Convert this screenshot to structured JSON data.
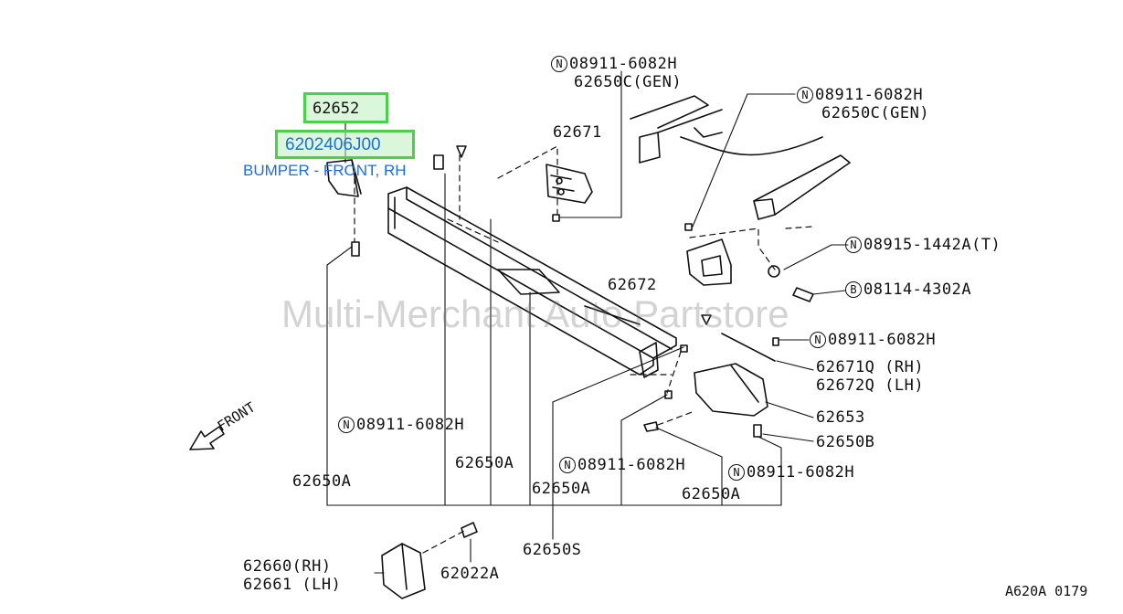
{
  "highlight": {
    "part_number": "62652",
    "catalog_number": "6202406J00",
    "part_name": "BUMPER - FRONT, RH"
  },
  "watermark": "Multi-Merchant Auto Partstore",
  "front_label": "FRONT",
  "diagram_code": "A620A 0179",
  "callouts": [
    {
      "id": "c1",
      "n": "N",
      "text": "08911-6082H"
    },
    {
      "id": "c2",
      "text": "62650C(GEN)"
    },
    {
      "id": "c3",
      "text": "62671"
    },
    {
      "id": "c4",
      "n": "N",
      "text": "08911-6082H"
    },
    {
      "id": "c5",
      "text": "62650C(GEN)"
    },
    {
      "id": "c6",
      "n": "N",
      "text": "08915-1442A(T)"
    },
    {
      "id": "c7",
      "text": "62672"
    },
    {
      "id": "c8",
      "n": "B",
      "text": "08114-4302A"
    },
    {
      "id": "c9",
      "n": "N",
      "text": "08911-6082H"
    },
    {
      "id": "c10",
      "text": "62671Q (RH)"
    },
    {
      "id": "c11",
      "text": "62672Q (LH)"
    },
    {
      "id": "c12",
      "text": "62653"
    },
    {
      "id": "c13",
      "text": "62650B"
    },
    {
      "id": "c14",
      "n": "N",
      "text": "08911-6082H"
    },
    {
      "id": "c15",
      "text": "62650A"
    },
    {
      "id": "c16",
      "n": "N",
      "text": "08911-6082H"
    },
    {
      "id": "c17",
      "n": "N",
      "text": "08911-6082H"
    },
    {
      "id": "c18",
      "text": "62650A"
    },
    {
      "id": "c19",
      "text": "62650A"
    },
    {
      "id": "c20",
      "text": "62650A"
    },
    {
      "id": "c21",
      "text": "62650S"
    },
    {
      "id": "c22",
      "text": "62660(RH)"
    },
    {
      "id": "c23",
      "text": "62661 (LH)"
    },
    {
      "id": "c24",
      "text": "62022A"
    }
  ]
}
